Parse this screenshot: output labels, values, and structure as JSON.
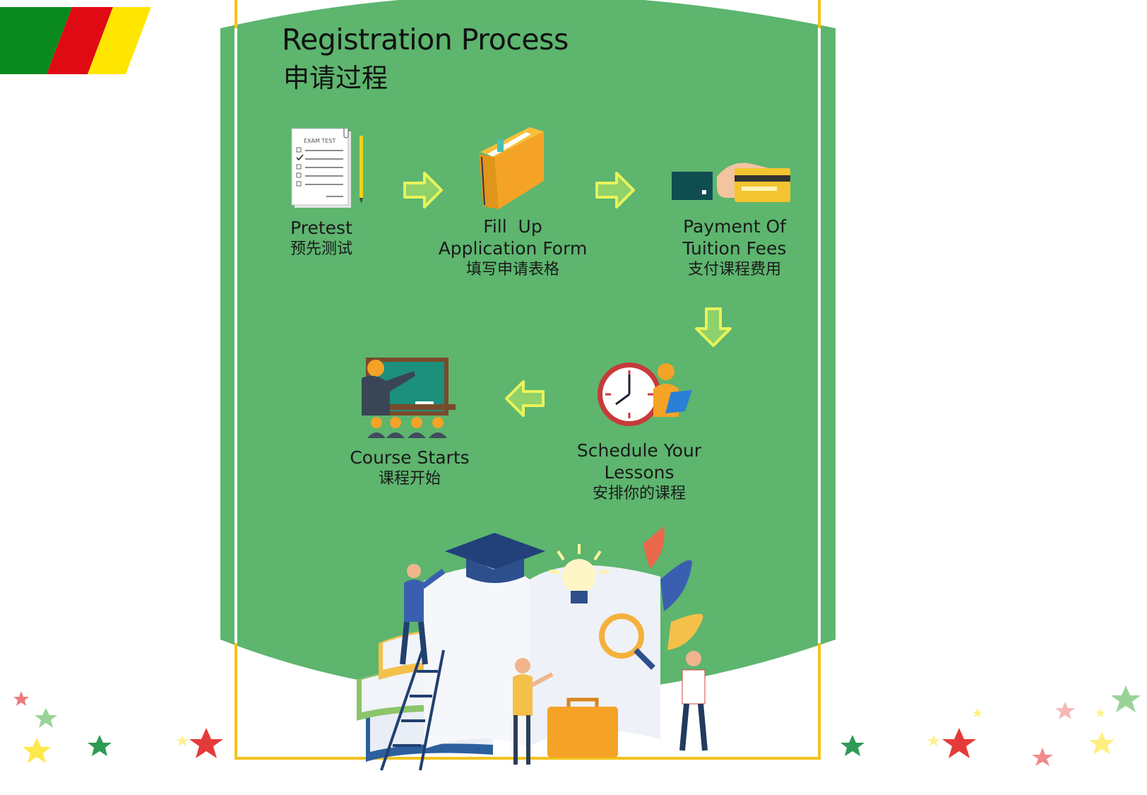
{
  "header": {
    "title_en": "Registration Process",
    "title_zh": "申请过程"
  },
  "steps": [
    {
      "en_lines": [
        "Pretest"
      ],
      "zh": "预先测试",
      "icon_text": "EXAM TEST"
    },
    {
      "en_lines": [
        "Fill  Up",
        "Application Form"
      ],
      "zh": "填写申请表格"
    },
    {
      "en_lines": [
        "Payment Of",
        "Tuition Fees"
      ],
      "zh": "支付课程费用"
    },
    {
      "en_lines": [
        "Schedule Your",
        "Lessons"
      ],
      "zh": "安排你的课程"
    },
    {
      "en_lines": [
        "Course Starts"
      ],
      "zh": "课程开始"
    }
  ],
  "colors": {
    "panel_green": "#5db56e",
    "frame_yellow": "#f2c31b",
    "flag_green": "#0a8a1e",
    "flag_red": "#e00a14",
    "flag_yellow": "#ffe600",
    "arrow_fill": "#8fd16a",
    "arrow_edge": "#e8f35a"
  },
  "icons": [
    "exam-paper-icon",
    "folder-icon",
    "card-payment-icon",
    "clock-icon",
    "teacher-classroom-icon"
  ]
}
